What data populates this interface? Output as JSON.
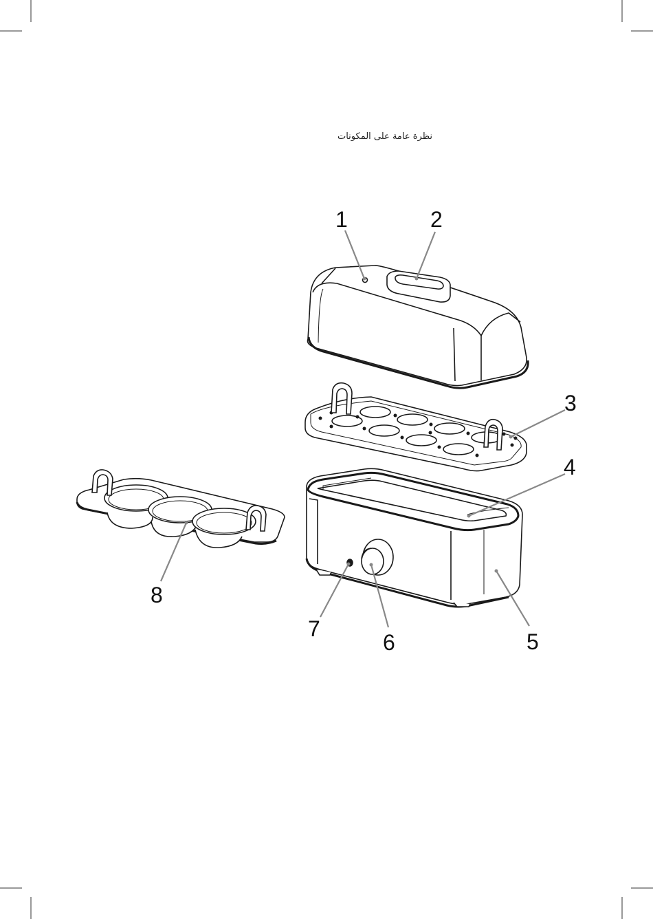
{
  "heading": "نظرة عامة على المكونات",
  "callouts": [
    {
      "id": "1",
      "label": "1"
    },
    {
      "id": "2",
      "label": "2"
    },
    {
      "id": "3",
      "label": "3"
    },
    {
      "id": "4",
      "label": "4"
    },
    {
      "id": "5",
      "label": "5"
    },
    {
      "id": "6",
      "label": "6"
    },
    {
      "id": "7",
      "label": "7"
    },
    {
      "id": "8",
      "label": "8"
    }
  ],
  "colors": {
    "line": "#1a1a1a",
    "leader": "#888888",
    "fill": "#ffffff"
  }
}
